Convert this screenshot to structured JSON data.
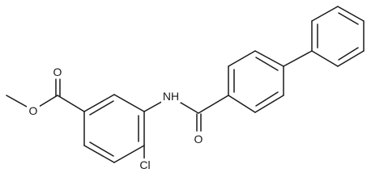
{
  "molecule": {
    "atoms": [
      {
        "id": "o_carbonyl_ester",
        "label": "O"
      },
      {
        "id": "o_ether_ester",
        "label": "O"
      },
      {
        "id": "n_amide",
        "label": "NH"
      },
      {
        "id": "o_carbonyl_amide",
        "label": "O"
      },
      {
        "id": "cl",
        "label": "Cl"
      }
    ]
  },
  "colors": {
    "bond": "#1a1a1a",
    "label": "#1a1a1a",
    "background": "#ffffff"
  }
}
